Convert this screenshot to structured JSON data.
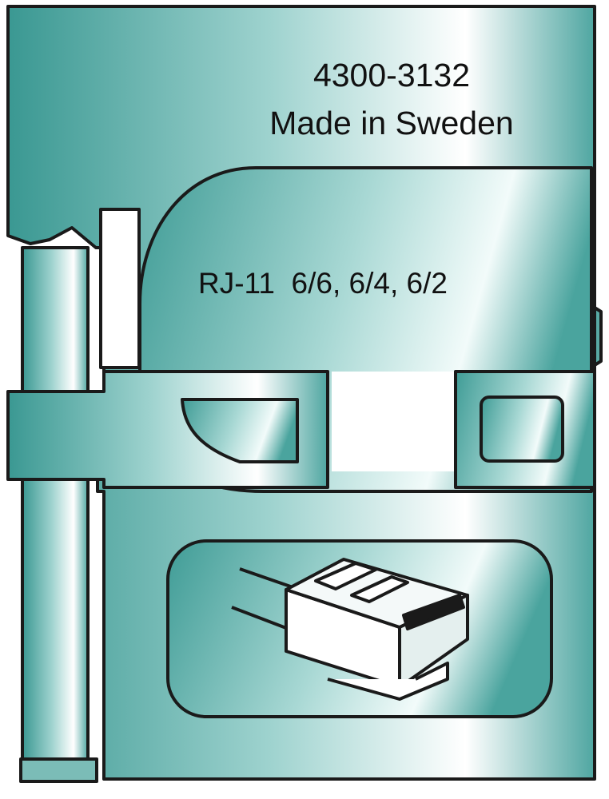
{
  "die": {
    "part_number": "4300-3132",
    "origin": "Made in Sweden",
    "connector_spec": "RJ-11  6/6, 6/4, 6/2",
    "connector_icon": "rj11-connector-icon"
  },
  "colors": {
    "teal_dark": "#3a9892",
    "teal_light": "#ffffff",
    "outline": "#1a1a1a"
  }
}
